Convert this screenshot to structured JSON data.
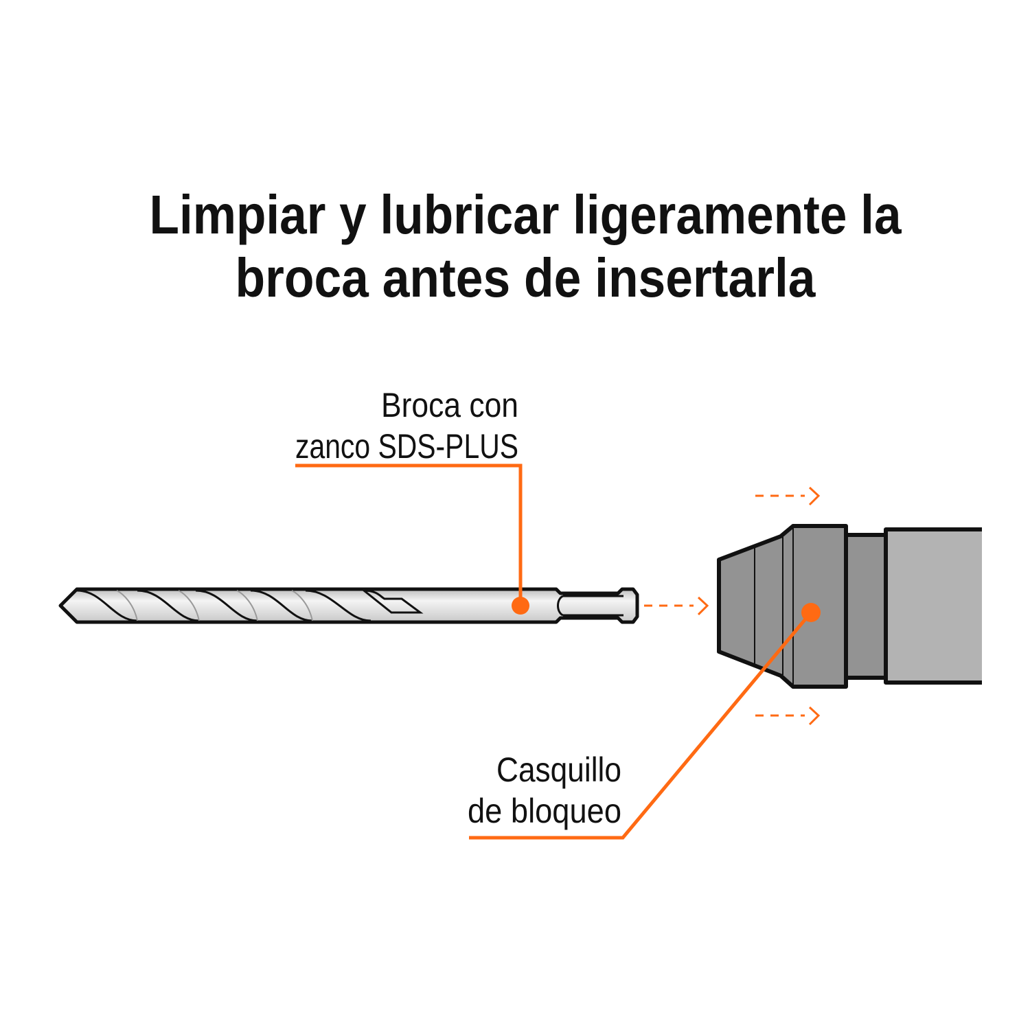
{
  "title": {
    "line1": "Limpiar y lubricar ligeramente la",
    "line2": "broca antes de insertarla"
  },
  "labels": {
    "bit_line1": "Broca con",
    "bit_line2": "zanco SDS-PLUS",
    "chuck_line1": "Casquillo",
    "chuck_line2": "de bloqueo"
  },
  "colors": {
    "accent": "#ff6a13",
    "outline": "#111111",
    "chuck_dark": "#939393",
    "chuck_light": "#b3b3b3",
    "bit": "#e2e2e2"
  }
}
